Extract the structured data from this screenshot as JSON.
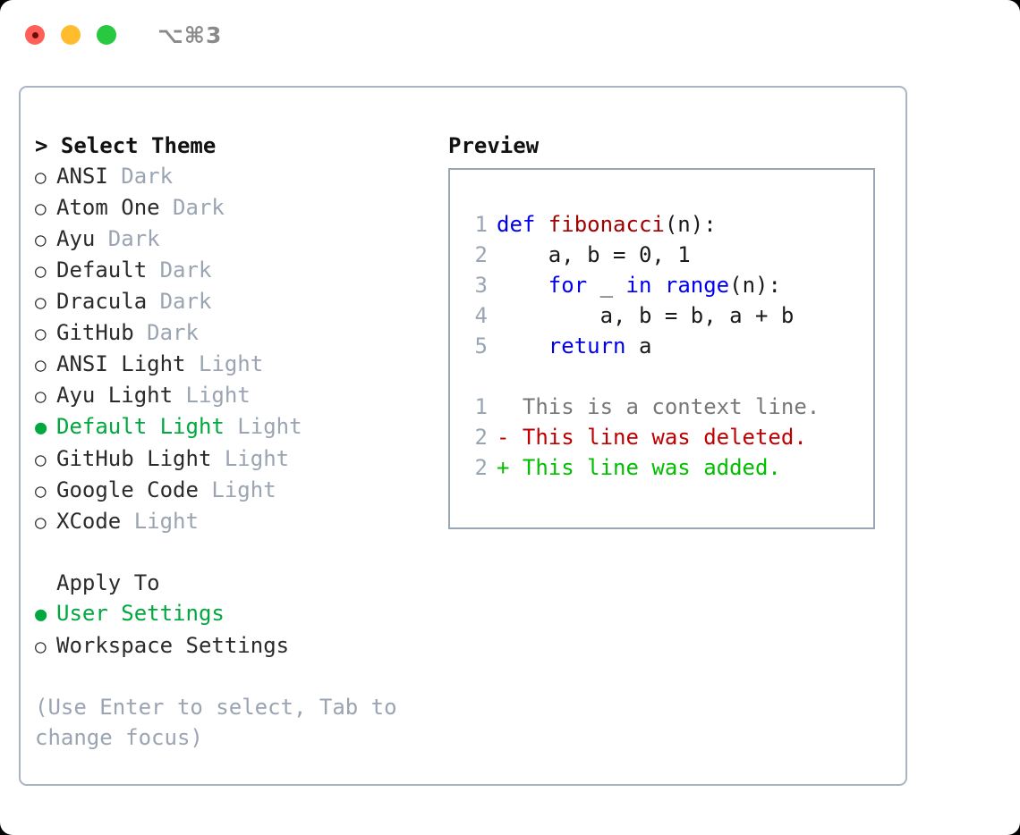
{
  "titlebar": {
    "shortcut": "⌥⌘3",
    "lights": [
      {
        "name": "close",
        "color": "#ff5f57"
      },
      {
        "name": "minimize",
        "color": "#ffbd2e"
      },
      {
        "name": "zoom",
        "color": "#28c840"
      }
    ]
  },
  "theme_picker": {
    "header": "> Select Theme",
    "options": [
      {
        "marker": "○",
        "label": "ANSI",
        "tag": " Dark",
        "selected": false
      },
      {
        "marker": "○",
        "label": "Atom One",
        "tag": " Dark",
        "selected": false
      },
      {
        "marker": "○",
        "label": "Ayu",
        "tag": " Dark",
        "selected": false
      },
      {
        "marker": "○",
        "label": "Default",
        "tag": " Dark",
        "selected": false
      },
      {
        "marker": "○",
        "label": "Dracula",
        "tag": " Dark",
        "selected": false
      },
      {
        "marker": "○",
        "label": "GitHub",
        "tag": " Dark",
        "selected": false
      },
      {
        "marker": "○",
        "label": "ANSI Light",
        "tag": " Light",
        "selected": false
      },
      {
        "marker": "○",
        "label": "Ayu Light",
        "tag": " Light",
        "selected": false
      },
      {
        "marker": "●",
        "label": "Default Light",
        "tag": " Light",
        "selected": true
      },
      {
        "marker": "○",
        "label": "GitHub Light",
        "tag": " Light",
        "selected": false
      },
      {
        "marker": "○",
        "label": "Google Code",
        "tag": " Light",
        "selected": false
      },
      {
        "marker": "○",
        "label": "XCode",
        "tag": " Light",
        "selected": false
      }
    ]
  },
  "apply_to": {
    "label": "Apply To",
    "options": [
      {
        "marker": "●",
        "label": "User Settings",
        "selected": true
      },
      {
        "marker": "○",
        "label": "Workspace Settings",
        "selected": false
      }
    ]
  },
  "hint": "(Use Enter to select, Tab to change focus)",
  "preview": {
    "title": "Preview",
    "code": [
      {
        "num": "1",
        "segments": [
          {
            "text": "def ",
            "style": "kw"
          },
          {
            "text": "fibonacci",
            "style": "fn"
          },
          {
            "text": "(n):",
            "style": "plain"
          }
        ]
      },
      {
        "num": "2",
        "segments": [
          {
            "text": "    a, b = 0, 1",
            "style": "plain"
          }
        ]
      },
      {
        "num": "3",
        "segments": [
          {
            "text": "    ",
            "style": "plain"
          },
          {
            "text": "for",
            "style": "kw"
          },
          {
            "text": " _ ",
            "style": "plain"
          },
          {
            "text": "in",
            "style": "kw"
          },
          {
            "text": " ",
            "style": "plain"
          },
          {
            "text": "range",
            "style": "kw"
          },
          {
            "text": "(n):",
            "style": "plain"
          }
        ]
      },
      {
        "num": "4",
        "segments": [
          {
            "text": "        a, b = b, a + b",
            "style": "plain"
          }
        ]
      },
      {
        "num": "5",
        "segments": [
          {
            "text": "    ",
            "style": "plain"
          },
          {
            "text": "return",
            "style": "kw"
          },
          {
            "text": " a",
            "style": "plain"
          }
        ]
      }
    ],
    "diff": [
      {
        "num": "1",
        "text": "  This is a context line.",
        "kind": "ctx"
      },
      {
        "num": "2",
        "text": "- This line was deleted.",
        "kind": "del"
      },
      {
        "num": "2",
        "text": "+ This line was added.",
        "kind": "add"
      }
    ]
  },
  "colors": {
    "accent_green": "#00a83e",
    "keyword_blue": "#0000ee",
    "function_red": "#a00000",
    "diff_deleted": "#c00000",
    "diff_added": "#00bf00",
    "muted": "#9aa4b2",
    "border": "#aab4c2"
  }
}
